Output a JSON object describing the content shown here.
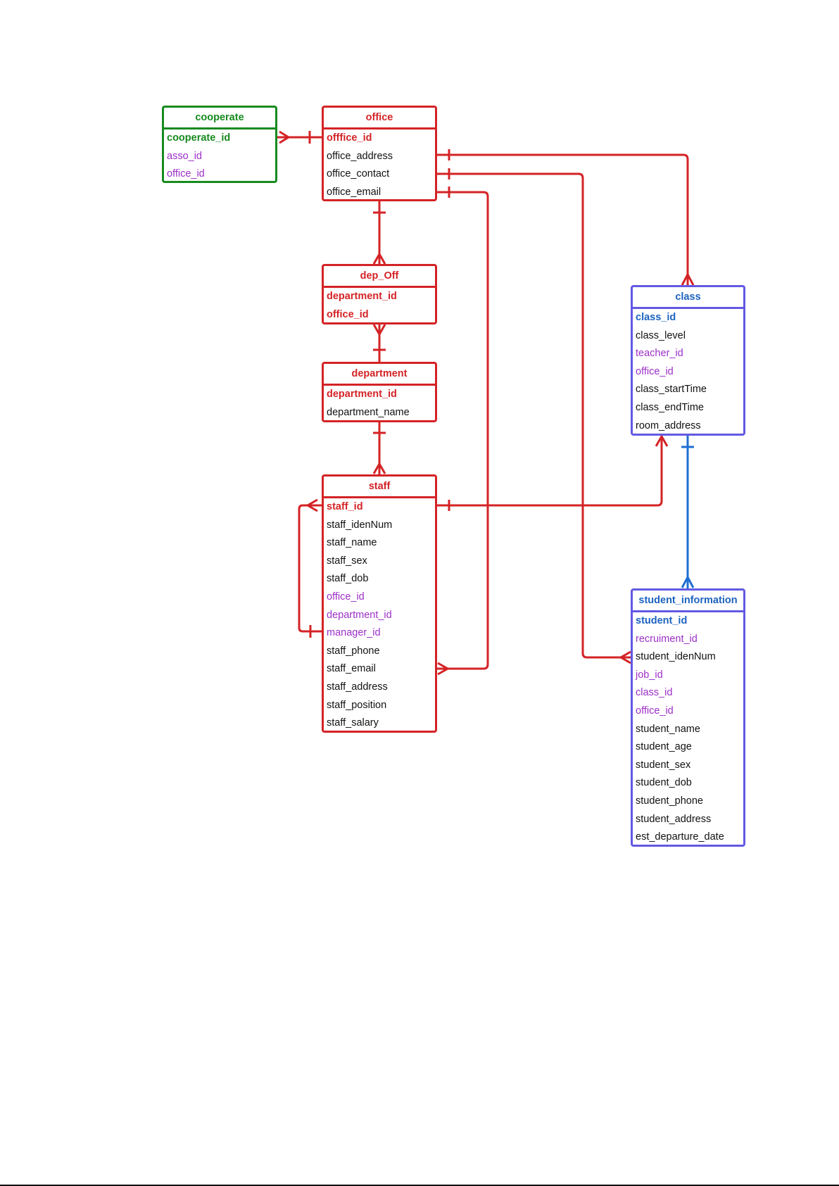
{
  "colors": {
    "red": "#d42326",
    "green": "#178a1f",
    "blue_border": "#6359e3",
    "blue_text": "#1c63c0",
    "fk_purple": "#9c2fc8",
    "connector_blue": "#1f6fd1"
  },
  "entities": {
    "cooperate": {
      "title": "cooperate",
      "rows": [
        "cooperate_id",
        "asso_id",
        "office_id"
      ]
    },
    "office": {
      "title": "office",
      "rows": [
        "offfice_id",
        "office_address",
        "office_contact",
        "office_email"
      ]
    },
    "dep_off": {
      "title": "dep_Off",
      "rows": [
        "department_id",
        "office_id"
      ]
    },
    "department": {
      "title": "department",
      "rows": [
        "department_id",
        "department_name"
      ]
    },
    "staff": {
      "title": "staff",
      "rows": [
        "staff_id",
        "staff_idenNum",
        "staff_name",
        "staff_sex",
        "staff_dob",
        "office_id",
        "department_id",
        "manager_id",
        "staff_phone",
        "staff_email",
        "staff_address",
        "staff_position",
        "staff_salary"
      ]
    },
    "class": {
      "title": "class",
      "rows": [
        "class_id",
        "class_level",
        "teacher_id",
        "office_id",
        "class_startTime",
        "class_endTime",
        "room_address"
      ]
    },
    "student_information": {
      "title": "student_information",
      "rows": [
        "student_id",
        "recruiment_id",
        "student_idenNum",
        "job_id",
        "class_id",
        "office_id",
        "student_name",
        "student_age",
        "student_sex",
        "student_dob",
        "student_phone",
        "student_address",
        "est_departure_date"
      ]
    }
  },
  "relationships": [
    {
      "from": "office.offfice_id",
      "to": "cooperate.office_id",
      "from_end": "one",
      "to_end": "many"
    },
    {
      "from": "office.offfice_id",
      "to": "dep_Off.office_id",
      "from_end": "one",
      "to_end": "many"
    },
    {
      "from": "department.department_id",
      "to": "dep_Off.department_id",
      "from_end": "one",
      "to_end": "many"
    },
    {
      "from": "department.department_id",
      "to": "staff.department_id",
      "from_end": "one",
      "to_end": "many"
    },
    {
      "from": "office.offfice_id",
      "to": "class.office_id",
      "from_end": "one",
      "to_end": "many"
    },
    {
      "from": "office.offfice_id",
      "to": "student_information.office_id",
      "from_end": "one",
      "to_end": "many"
    },
    {
      "from": "office.offfice_id",
      "to": "staff.office_id",
      "from_end": "one",
      "to_end": "many"
    },
    {
      "from": "staff.staff_id",
      "to": "class.teacher_id",
      "from_end": "one",
      "to_end": "many"
    },
    {
      "from": "staff.staff_id",
      "to": "staff.manager_id",
      "from_end": "many",
      "to_end": "one"
    },
    {
      "from": "class.class_id",
      "to": "student_information.class_id",
      "from_end": "one",
      "to_end": "many"
    }
  ]
}
